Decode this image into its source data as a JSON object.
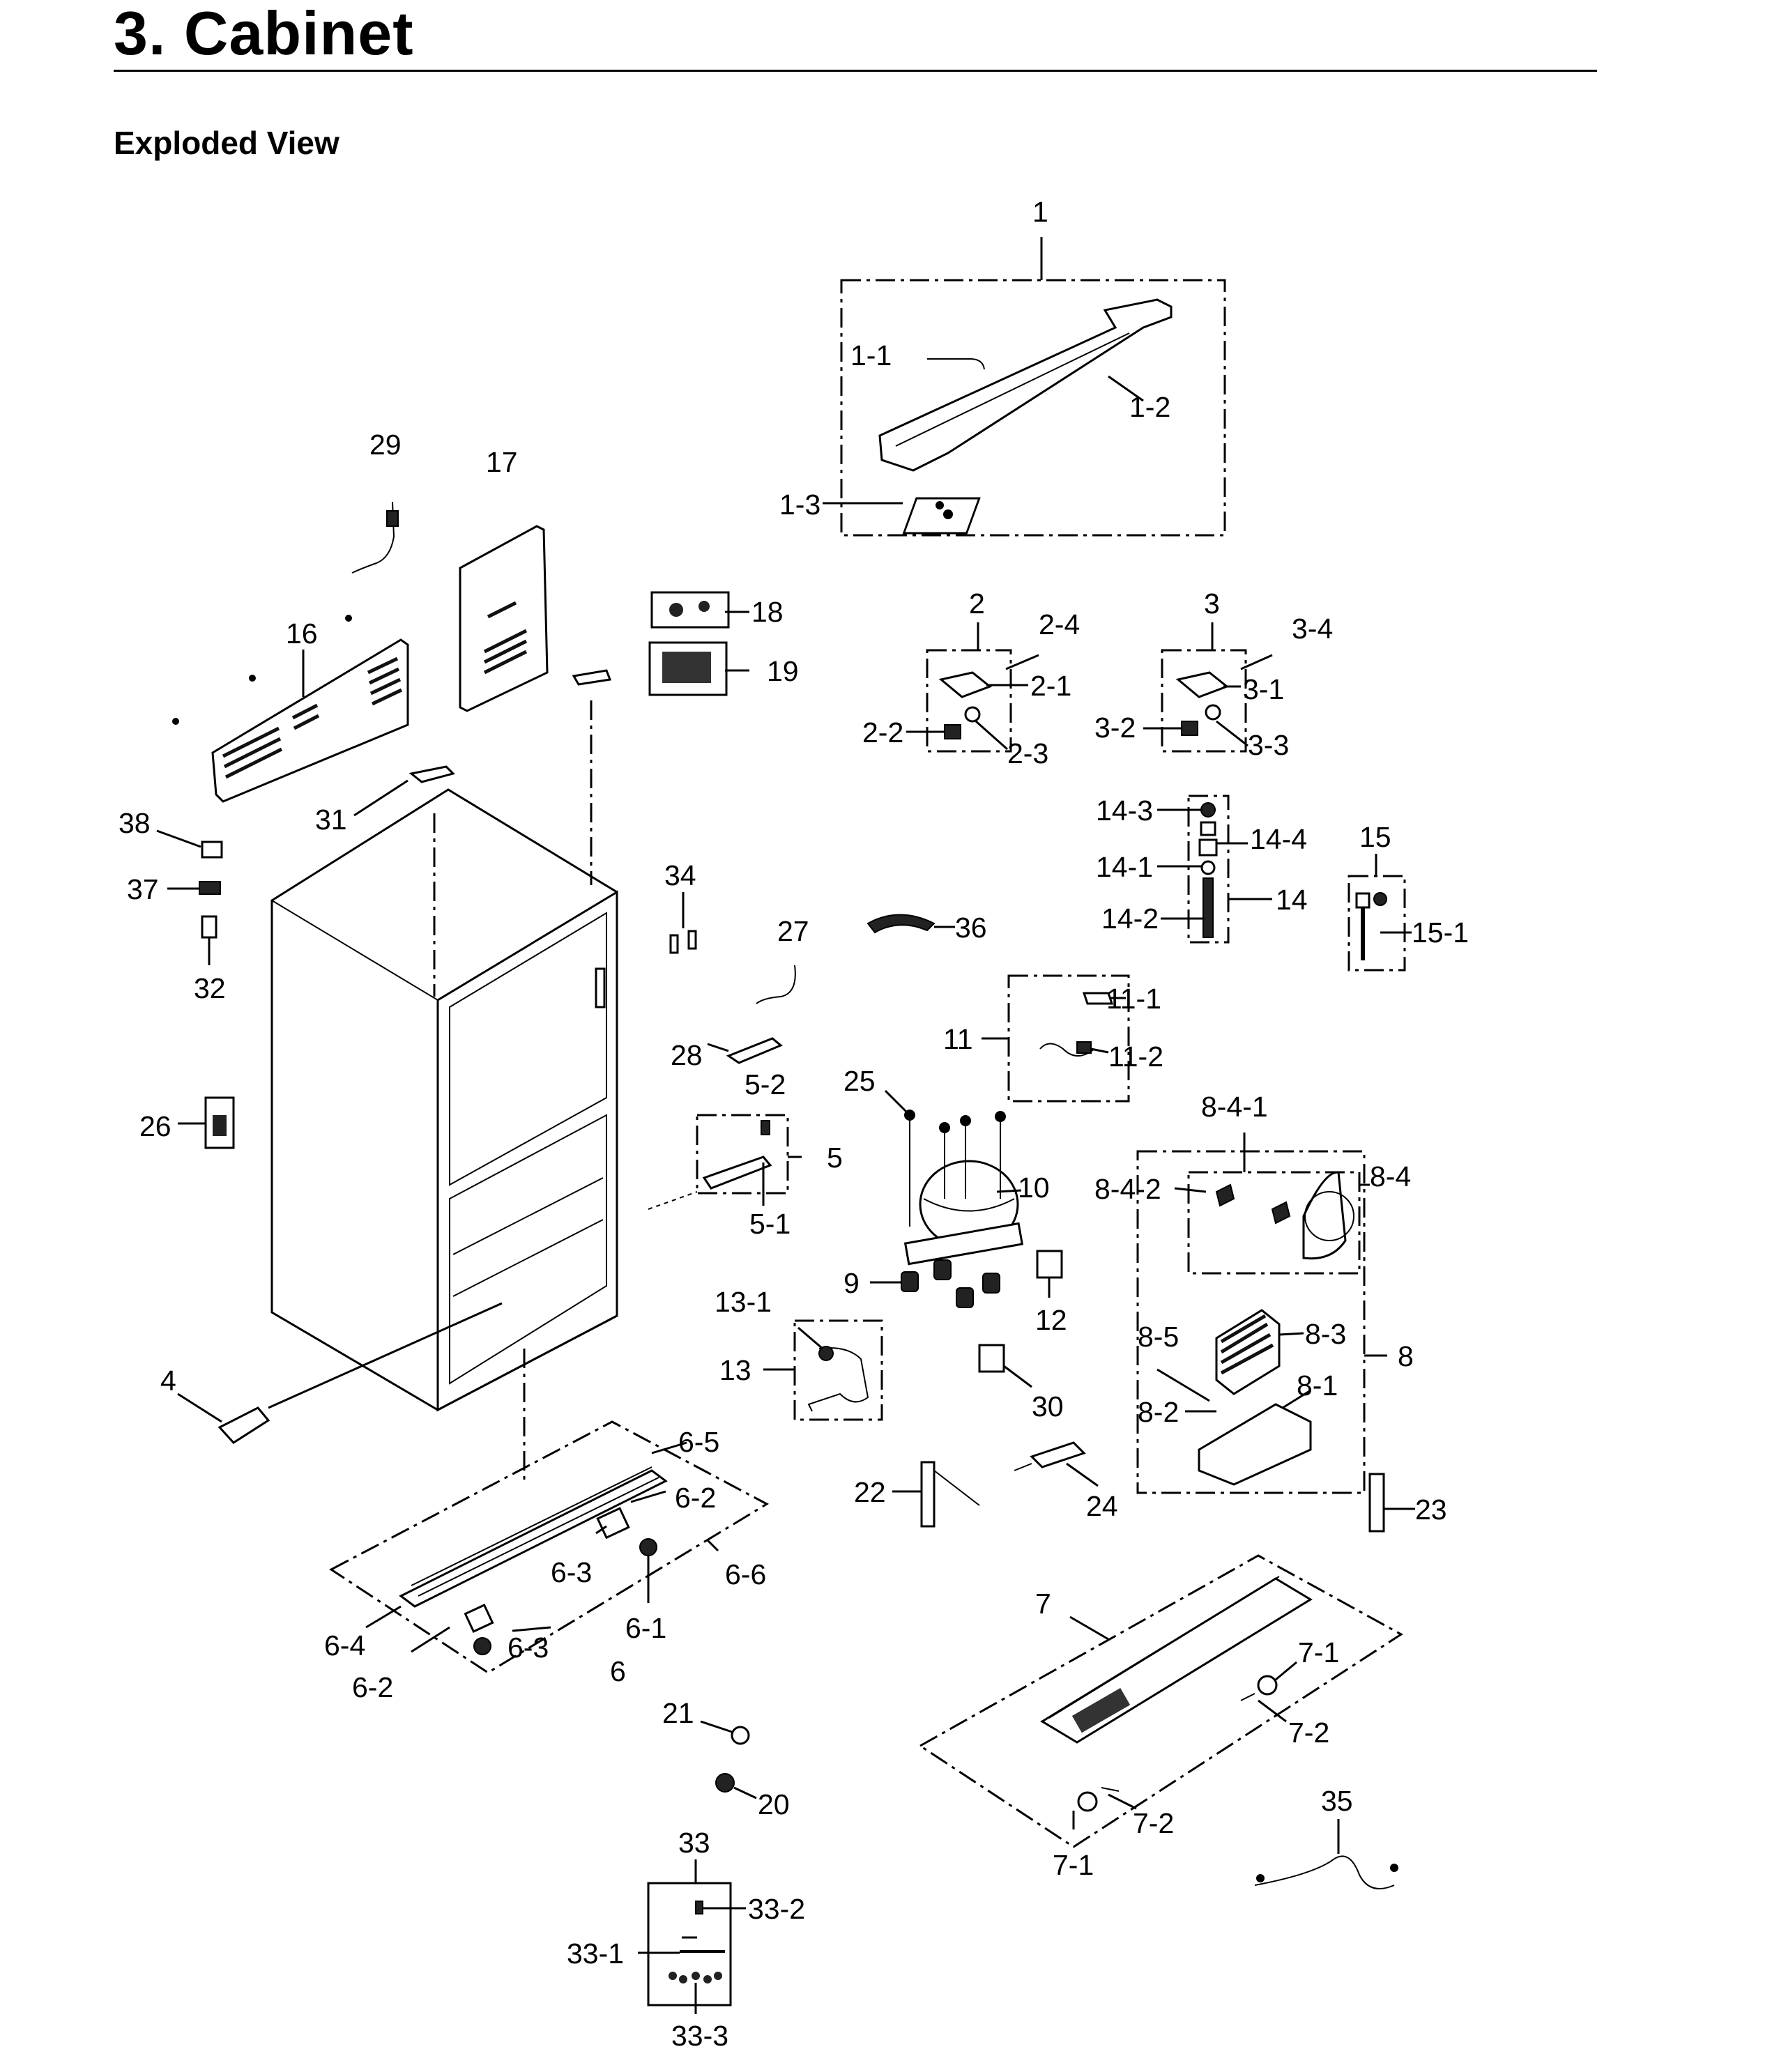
{
  "heading": "3.  Cabinet",
  "subheading": "Exploded View",
  "callouts": {
    "c1": "1",
    "c1_1": "1-1",
    "c1_2": "1-2",
    "c1_3": "1-3",
    "c2": "2",
    "c2_1": "2-1",
    "c2_2": "2-2",
    "c2_3": "2-3",
    "c2_4": "2-4",
    "c3": "3",
    "c3_1": "3-1",
    "c3_2": "3-2",
    "c3_3": "3-3",
    "c3_4": "3-4",
    "c4": "4",
    "c5": "5",
    "c5_1": "5-1",
    "c5_2": "5-2",
    "c6": "6",
    "c6_1": "6-1",
    "c6_2a": "6-2",
    "c6_2b": "6-2",
    "c6_3a": "6-3",
    "c6_3b": "6-3",
    "c6_4": "6-4",
    "c6_5": "6-5",
    "c6_6": "6-6",
    "c7": "7",
    "c7_1a": "7-1",
    "c7_1b": "7-1",
    "c7_2a": "7-2",
    "c7_2b": "7-2",
    "c8": "8",
    "c8_1": "8-1",
    "c8_2": "8-2",
    "c8_3": "8-3",
    "c8_4": "8-4",
    "c8_4_1": "8-4-1",
    "c8_4_2": "8-4-2",
    "c8_5": "8-5",
    "c9": "9",
    "c10": "10",
    "c11": "11",
    "c11_1": "11-1",
    "c11_2": "11-2",
    "c12": "12",
    "c13": "13",
    "c13_1": "13-1",
    "c14": "14",
    "c14_1": "14-1",
    "c14_2": "14-2",
    "c14_3": "14-3",
    "c14_4": "14-4",
    "c15": "15",
    "c15_1": "15-1",
    "c16": "16",
    "c17": "17",
    "c18": "18",
    "c19": "19",
    "c20": "20",
    "c21": "21",
    "c22": "22",
    "c23": "23",
    "c24": "24",
    "c25": "25",
    "c26": "26",
    "c27": "27",
    "c28": "28",
    "c29": "29",
    "c30": "30",
    "c31": "31",
    "c32": "32",
    "c33": "33",
    "c33_1": "33-1",
    "c33_2": "33-2",
    "c33_3": "33-3",
    "c34": "34",
    "c35": "35",
    "c36": "36",
    "c37": "37",
    "c38": "38"
  }
}
